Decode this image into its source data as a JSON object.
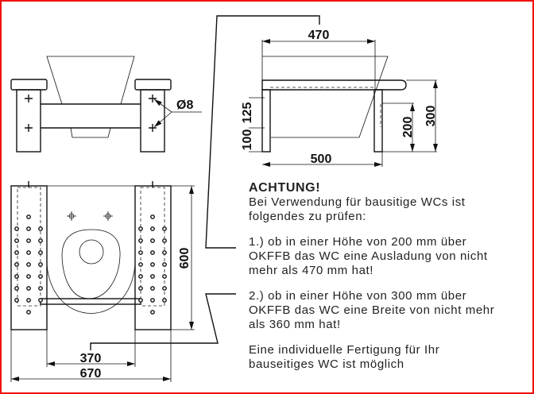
{
  "colors": {
    "border": "#f01010",
    "line": "#111111"
  },
  "dimensions": {
    "hole_diameter": "Ø8",
    "side_depth_top": "470",
    "side_depth_bottom": "500",
    "side_h_125": "125",
    "side_h_100": "100",
    "side_h_200": "200",
    "side_h_300": "300",
    "plan_length": "600",
    "plan_inner_width": "370",
    "plan_outer_width": "670"
  },
  "note": {
    "title": "ACHTUNG!",
    "lines": [
      "Bei Verwendung für bausitige WCs ist",
      "folgendes zu prüfen:",
      "1.) ob in einer Höhe von 200 mm über",
      "OKFFB das WC eine Ausladung von nicht",
      "mehr als 470 mm hat!",
      "2.) ob in einer Höhe von 300 mm über",
      "OKFFB das WC eine Breite von nicht mehr",
      "als 360 mm hat!",
      "Eine individuelle Fertigung für Ihr",
      "bauseitiges WC ist möglich"
    ]
  }
}
